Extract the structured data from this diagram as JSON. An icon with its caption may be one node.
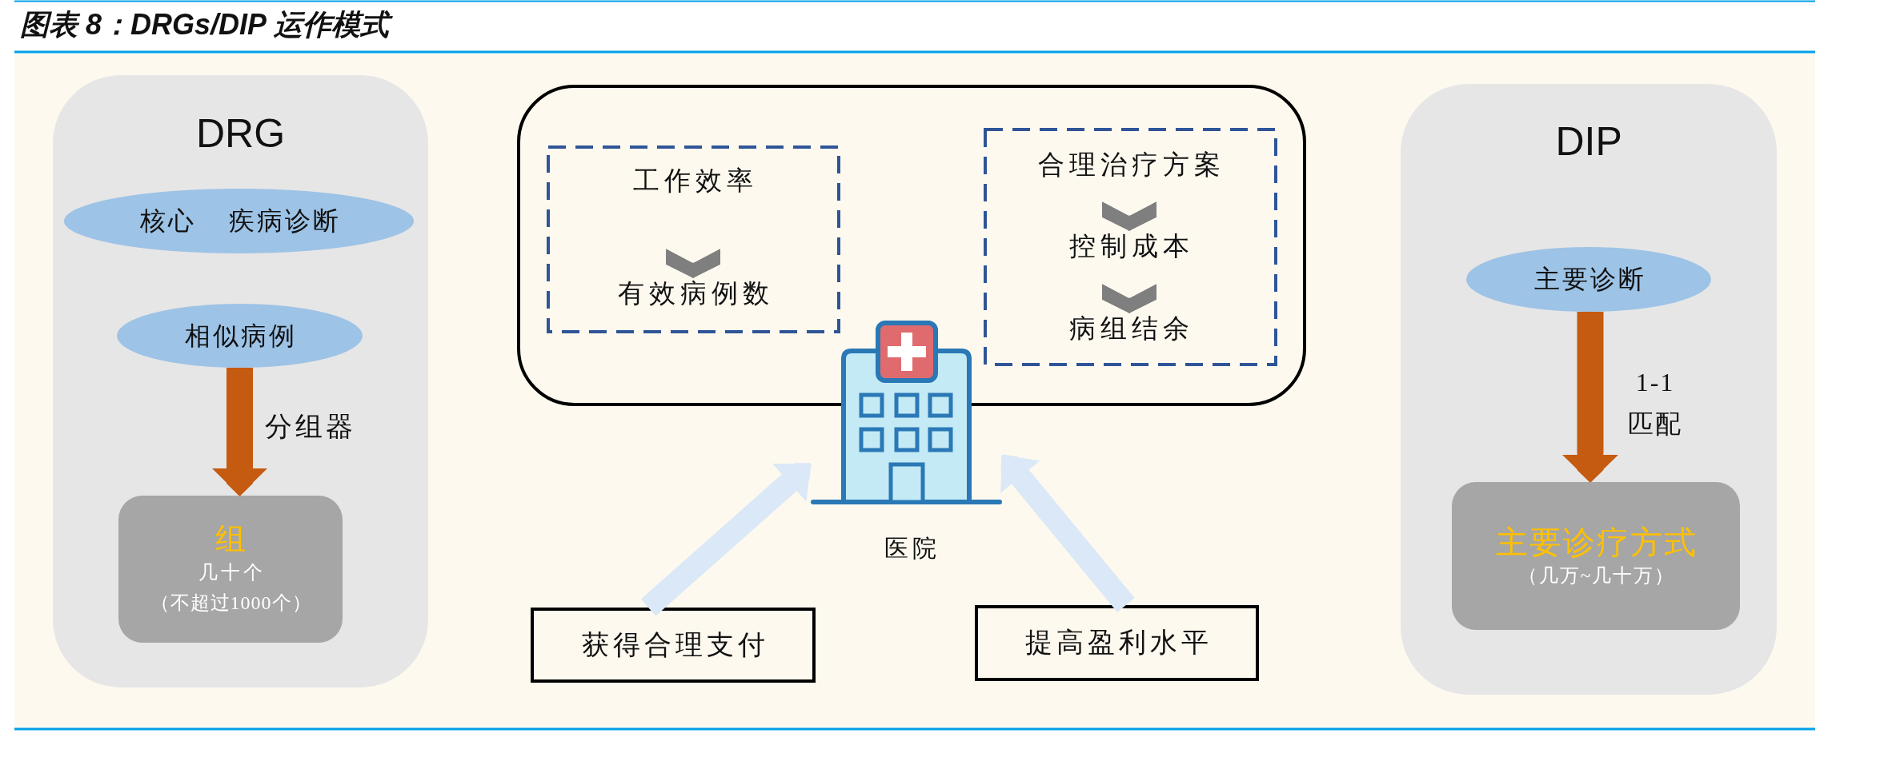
{
  "diagram": {
    "title": "图表 8：DRGs/DIP 运作模式",
    "nodes": [
      {
        "text": [
          "DRG"
        ]
      },
      {
        "text": [
          "核心",
          "疾病诊断"
        ],
        "in": 0
      },
      {
        "text": [
          "相似病例"
        ],
        "in": 0
      },
      {
        "text": [
          "组",
          "几十个",
          "（不超过1000个）"
        ],
        "in": 0
      },
      {
        "text": [],
        "shape": "box"
      },
      {
        "text": [],
        "shape": "box",
        "in": 4
      },
      {
        "text": [
          "工作效率"
        ],
        "in": 5
      },
      {
        "text": [
          "有效病例数"
        ],
        "in": 5
      },
      {
        "text": [],
        "shape": "box",
        "in": 4
      },
      {
        "text": [
          "合理治疗方案"
        ],
        "in": 8
      },
      {
        "text": [
          "控制成本"
        ],
        "in": 8
      },
      {
        "text": [
          "病组结余"
        ],
        "in": 8
      },
      {
        "text": [],
        "shape": "picture",
        "beside": [
          "医院"
        ]
      },
      {
        "text": [
          "获得合理支付"
        ]
      },
      {
        "text": [
          "提高盈利水平"
        ]
      },
      {
        "text": [
          "DIP"
        ]
      },
      {
        "text": [
          "主要诊断"
        ],
        "in": 15
      },
      {
        "text": [
          "主要诊疗方式",
          "（几万~几十万）"
        ],
        "in": 15
      }
    ],
    "edges": [
      {
        "from": 2,
        "to": 3,
        "arrow": "to",
        "label": "分组器",
        "color": "#c55a11"
      },
      {
        "from": 6,
        "to": 7,
        "arrow": "to"
      },
      {
        "from": 9,
        "to": 10,
        "arrow": "to"
      },
      {
        "from": 10,
        "to": 11,
        "arrow": "to"
      },
      {
        "from": 13,
        "to": 12,
        "arrow": "to",
        "color": "#dae8f7"
      },
      {
        "from": 14,
        "to": 12,
        "arrow": "to",
        "color": "#dae8f7"
      },
      {
        "from": 16,
        "to": 17,
        "arrow": "to",
        "label": "1-1 匹配",
        "color": "#c55a11"
      }
    ]
  }
}
